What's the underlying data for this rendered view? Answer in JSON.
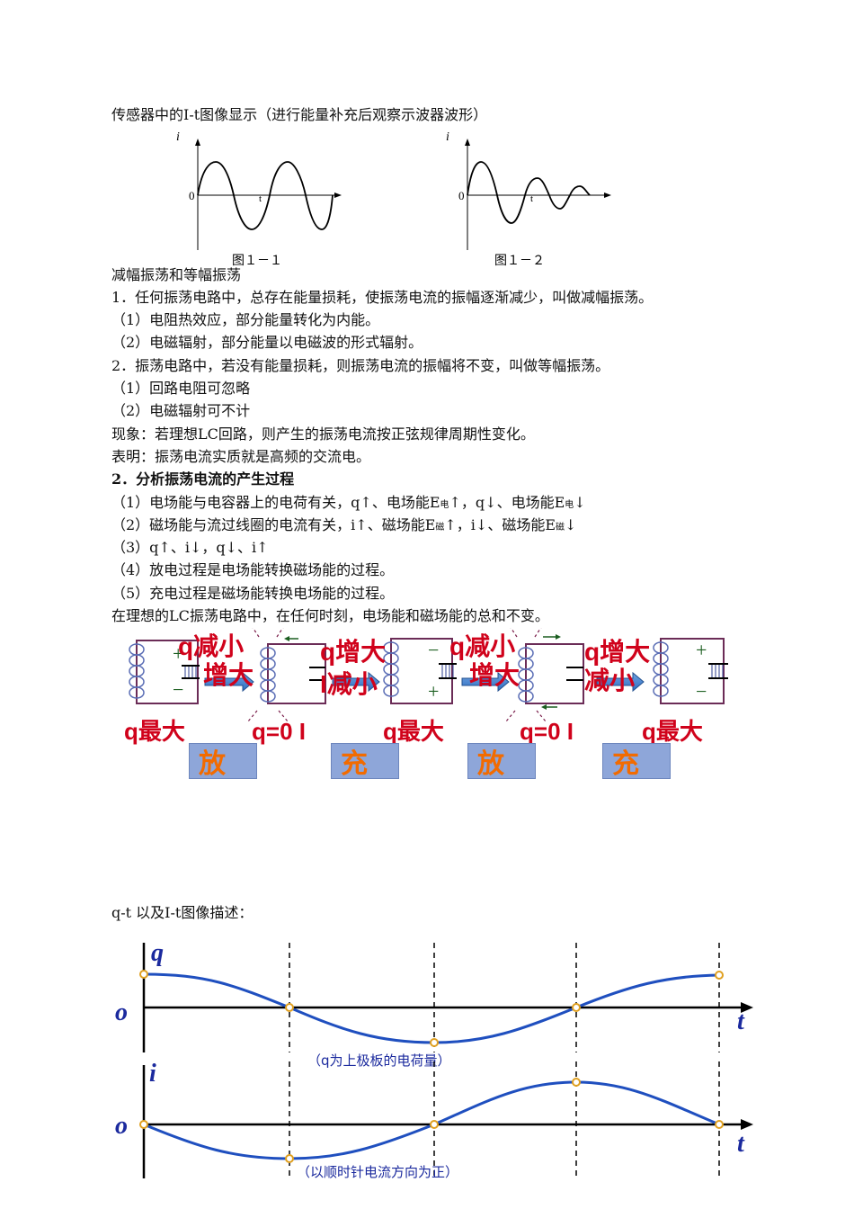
{
  "intro": "传感器中的I-t图像显示（进行能量补充后观察示波器波形）",
  "fig1": {
    "caption": "图１－１",
    "y_axis": "i",
    "origin": "0",
    "t_mark": "t"
  },
  "fig2": {
    "caption": "图１－２",
    "y_axis": "i",
    "origin": "0",
    "t_mark": "t"
  },
  "heading1": "减幅振荡和等幅振荡",
  "lines": [
    "1．任何振荡电路中，总存在能量损耗，使振荡电流的振幅逐渐减少，叫做减幅振荡。",
    "（1）电阻热效应，部分能量转化为内能。",
    "（2）电磁辐射，部分能量以电磁波的形式辐射。",
    "2．振荡电路中，若没有能量损耗，则振荡电流的振幅将不变，叫做等幅振荡。",
    "（1）回路电阻可忽略",
    "（2）电磁辐射可不计",
    "现象：若理想LC回路，则产生的振荡电流按正弦规律周期性变化。",
    "表明：振荡电流实质就是高频的交流电。"
  ],
  "heading2": "2．分析振荡电流的产生过程",
  "items": {
    "i1_a": "（1）电场能与电容器上的电荷有关，q↑、电场能E",
    "i1_sub1": "电",
    "i1_b": "↑，q↓、电场能E",
    "i1_sub2": "电",
    "i1_c": "↓",
    "i2_a": "（2）磁场能与流过线圈的电流有关，i↑、磁场能E",
    "i2_sub1": "磁",
    "i2_b": "↑，i↓、磁场能E",
    "i2_sub2": "磁",
    "i2_c": "↓",
    "i3": "（3）q↑、i↓，q↓、i↑",
    "i4": "（4）放电过程是电场能转换磁场能的过程。",
    "i5": "（5）充电过程是磁场能转换电场能的过程。",
    "i6": "在理想的LC振荡电路中，在任何时刻，电场能和磁场能的总和不变。"
  },
  "lc_diagram": {
    "top_labels": [
      "q减小",
      "增大",
      "q增大",
      "I减小",
      "q减小",
      "增大",
      "q增大",
      "减小"
    ],
    "bottom_labels": [
      "q最大",
      "q=0  I",
      "q最大",
      "q=0  I",
      "q最大"
    ],
    "plus": "+",
    "minus": "−",
    "blocks": [
      "放",
      "充",
      "放",
      "充"
    ]
  },
  "graphs_title": "q-t 以及I-t图像描述：",
  "qt": {
    "y_label": "q",
    "x_label": "t",
    "origin": "o",
    "caption": "（q为上极板的电荷量）"
  },
  "it": {
    "y_label": "i",
    "x_label": "t",
    "origin": "o",
    "caption": "（以顺时针电流方向为正）"
  }
}
